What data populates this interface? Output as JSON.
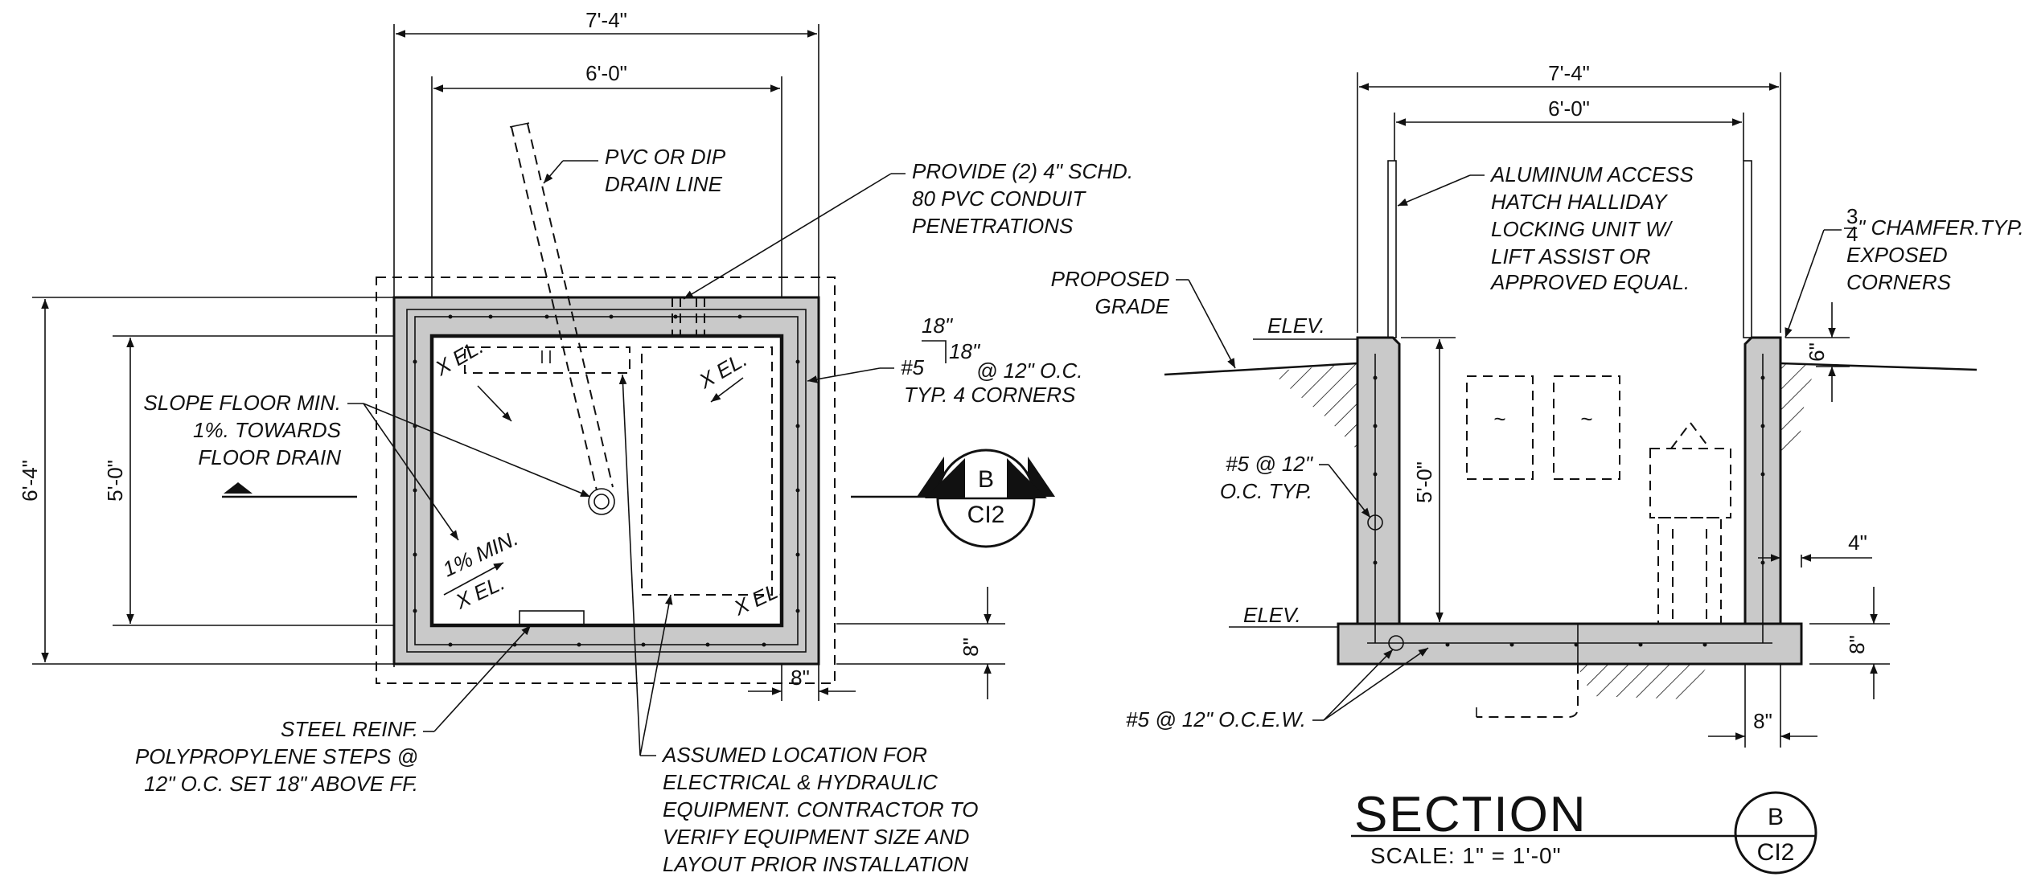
{
  "plan": {
    "dims": {
      "overall_width": "7'-4\"",
      "inside_width": "6'-0\"",
      "overall_depth": "6'-4\"",
      "inside_depth": "5'-0\"",
      "wall": "8\"",
      "slab": "8\""
    },
    "notes": {
      "drain_line": [
        "PVC OR DIP",
        "DRAIN LINE"
      ],
      "conduit": [
        "PROVIDE (2) 4\" SCHD.",
        "80 PVC CONDUIT",
        "PENETRATIONS"
      ],
      "slope": [
        "SLOPE FLOOR MIN.",
        "1%. TOWARDS",
        "FLOOR DRAIN"
      ],
      "corner_bar_top": "18\"",
      "corner_bar_side": "18\"",
      "corner_bar_label": "#5",
      "corner_bar_spacing": "@ 12\" O.C.",
      "corner_bar_typ": "TYP. 4 CORNERS",
      "steps": [
        "STEEL REINF.",
        "POLYPROPYLENE STEPS @",
        "12\" O.C. SET 18\" ABOVE FF."
      ],
      "equipment": [
        "ASSUMED LOCATION FOR",
        "ELECTRICAL & HYDRAULIC",
        "EQUIPMENT. CONTRACTOR TO",
        "VERIFY EQUIPMENT SIZE AND",
        "LAYOUT PRIOR INSTALLATION"
      ],
      "slope_pct": "1% MIN.",
      "x_el": "X EL."
    },
    "section_tag": {
      "letter": "B",
      "sheet": "CI2"
    }
  },
  "section": {
    "dims": {
      "overall_width": "7'-4\"",
      "inside_width": "6'-0\"",
      "inside_height": "5'-0\"",
      "wall": "8\"",
      "slab": "8\"",
      "projection": "4\"",
      "curb": "6\""
    },
    "notes": {
      "hatch": [
        "ALUMINUM ACCESS",
        "HATCH HALLIDAY",
        "LOCKING UNIT W/",
        "LIFT ASSIST OR",
        "APPROVED EQUAL."
      ],
      "chamfer_frac_num": "3",
      "chamfer_frac_den": "4",
      "chamfer": [
        "\" CHAMFER.TYP.",
        "EXPOSED",
        "CORNERS"
      ],
      "grade": [
        "PROPOSED",
        "GRADE"
      ],
      "elev_top": "ELEV.",
      "elev_bottom": "ELEV.",
      "wall_bar": [
        "#5 @ 12\"",
        "O.C. TYP."
      ],
      "slab_bar": "#5 @ 12\" O.C.E.W."
    },
    "title": "SECTION",
    "scale": "SCALE: 1\" = 1'-0\"",
    "tag": {
      "letter": "B",
      "sheet": "CI2"
    }
  }
}
